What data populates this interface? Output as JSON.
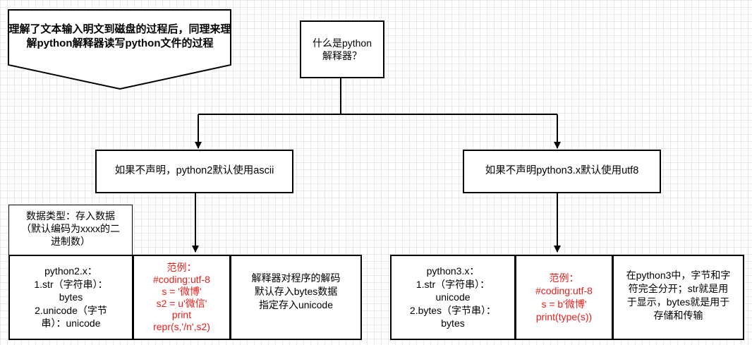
{
  "callout": {
    "text_line1": "理解了文本输入明文到磁盘的过程后，同理来理",
    "text_line2": "解python解释器读写python文件的过程"
  },
  "root": {
    "line1": "什么是python",
    "line2": "解释器？"
  },
  "branch_left": {
    "label": "如果不声明，python2默认使用ascii"
  },
  "branch_right": {
    "label": "如果不声明python3.x默认使用utf8"
  },
  "datatype_note": {
    "line1": "数据类型：存入数据",
    "line2": "（默认编码为xxxx的二",
    "line3": "进制数）"
  },
  "py2_types": {
    "line1": "python2.x：",
    "line2": "1.str（字符串）：",
    "line3": "bytes",
    "line4": "2.unicode（字节",
    "line5": "串）：unicode"
  },
  "py2_example": {
    "line1": "范例：",
    "line2": "#coding:utf-8",
    "line3": "s = '微博'",
    "line4": "s2 = u'微信'",
    "line5": "print",
    "line6": "repr(s,'/n',s2)"
  },
  "py2_decode": {
    "line1": "解释器对程序的解码",
    "line2": "默认存入bytes数据",
    "line3": "指定存入unicode"
  },
  "py3_types": {
    "line1": "python3.x：",
    "line2": "1.str（字符串）：",
    "line3": "unicode",
    "line4": "2.bytes（字节串）：",
    "line5": "bytes"
  },
  "py3_example": {
    "line1": "范例：",
    "line2": "#coding:utf-8",
    "line3": "s = b'微博'",
    "line4": "print(type(s))"
  },
  "py3_note": {
    "line1": "在python3中，字节和字",
    "line2": "符完全分开；str就是用",
    "line3": "于显示，bytes就是用于",
    "line4": "存储和传输"
  },
  "colors": {
    "stroke": "#000000",
    "example_text": "#e8201c",
    "grid": "#e9e9e9"
  }
}
